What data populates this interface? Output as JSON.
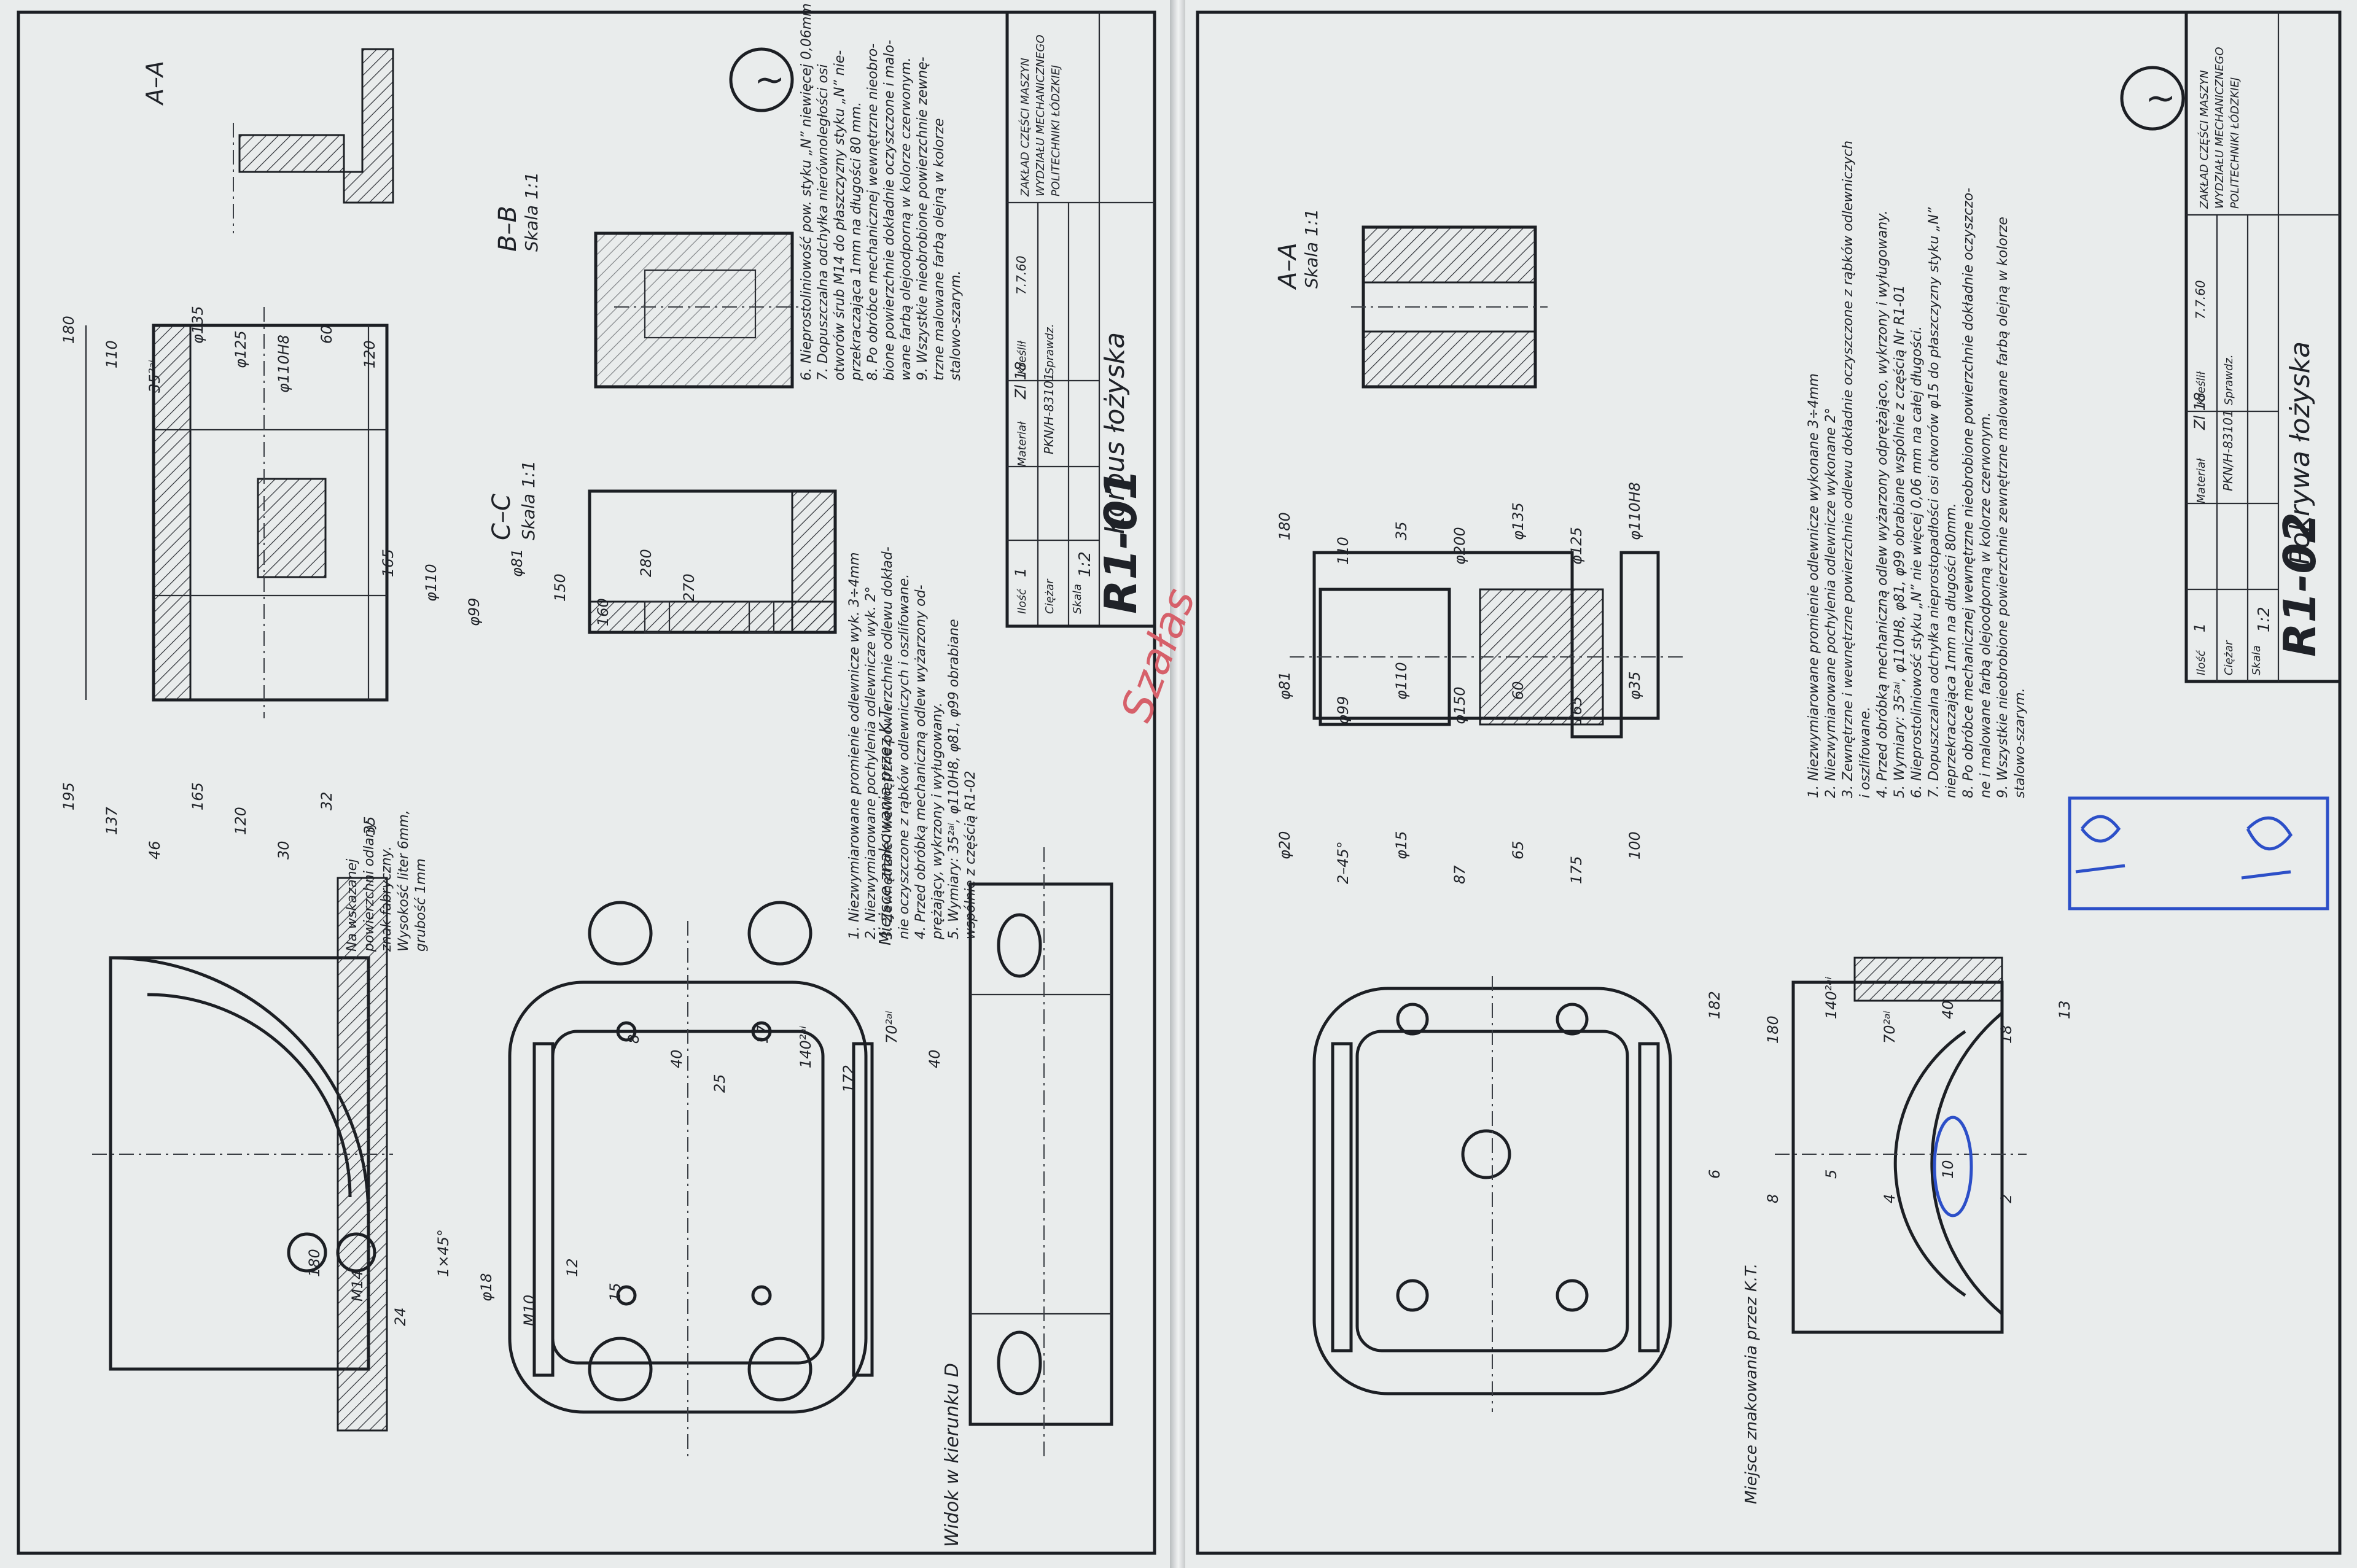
{
  "left_sheet": {
    "drawing_number": "R1-01",
    "part_name": "Korpus łożyska",
    "institution": [
      "ZAKŁAD CZĘŚCI MASZYN",
      "WYDZIAŁU MECHANICZNEGO",
      "POLITECHNIKI ŁÓDZKIEJ"
    ],
    "material_label": "Materiał",
    "material": "Zl 18",
    "standard": "PKN/H-83101",
    "qty_label": "Ilość",
    "qty": "1",
    "piece_label": "Ciężar",
    "scale_label": "Skala",
    "scale": "1:2",
    "drawn_label": "Kreślił",
    "checked_label": "Sprawdz.",
    "date": "7.7.60",
    "section_aa": "A–A",
    "section_bb": "B–B",
    "section_bb_scale": "Skala 1:1",
    "section_cc": "C–C",
    "section_cc_scale": "Skala 1:1",
    "view_d": "Widok w kierunku D",
    "marking_place": "Miejsce znakowania przez K.T.",
    "surface_note": [
      "Na wskazanej",
      "powierzchni odlany",
      "znak fabryczny.",
      "Wysokość liter 6mm,",
      "grubość 1mm"
    ],
    "notes": [
      "1. Niezwymiarowane promienie odlewnicze wyk. 3÷4mm",
      "2. Niezwymiarowane pochylenia odlewnicze wyk. 2°",
      "3. Zewnętrzne i wewnętrzne powierzchnie odlewu dokład-",
      "nie oczyszczone z rąbków odlewniczych i oszlifowane.",
      "4. Przed obróbką mechaniczną odlew wyżarzony od-",
      "prężający, wykrzony i wyługowany.",
      "5. Wymiary: 35²ᵃⁱ, φ110H8, φ81, φ99 obrabiane",
      "wspólnie z częścią R1-02",
      "6. Nieprostoliniowość pow. styku „N” niewięcej 0,06mm",
      "7. Dopuszczalna odchyłka nierównoległości osi",
      "otworów śrub M14 do płaszczyzny styku „N” nie-",
      "przekraczająca 1mm na długości 80 mm.",
      "8. Po obróbce mechanicznej wewnętrzne nieobro-",
      "bione powierzchnie dokładnie oczyszczone i malo-",
      "wane farbą olejoodporną w kolorze czerwonym.",
      "9. Wszystkie nieobrobione powierzchnie zewnę-",
      "trzne malowane farbą olejną w kolorze",
      "stalowo-szarym."
    ],
    "dims": [
      "180",
      "110",
      "35²ᵃⁱ",
      "φ135",
      "φ125",
      "φ110H8",
      "60",
      "120",
      "165",
      "φ110",
      "φ99",
      "φ81",
      "150",
      "160",
      "280",
      "270",
      "195",
      "137",
      "46",
      "165",
      "120",
      "30",
      "32",
      "35",
      "8",
      "40",
      "25",
      "17",
      "140²ᵃⁱ",
      "172",
      "70²ᵃⁱ",
      "40",
      "180",
      "M14",
      "24",
      "1×45°",
      "φ18",
      "M10",
      "12",
      "15"
    ]
  },
  "right_sheet": {
    "drawing_number": "R1-02",
    "part_name": "Pokrywa łożyska",
    "institution": [
      "ZAKŁAD CZĘŚCI MASZYN",
      "WYDZIAŁU MECHANICZNEGO",
      "POLITECHNIKI ŁÓDZKIEJ"
    ],
    "material_label": "Materiał",
    "material": "Zl 18",
    "standard": "PKN/H-83101",
    "qty_label": "Ilość",
    "qty": "1",
    "piece_label": "Ciężar",
    "scale_label": "Skala",
    "scale": "1:2",
    "drawn_label": "Kreślił",
    "checked_label": "Sprawdz.",
    "date": "7.7.60",
    "section_aa": "A–A",
    "section_aa_scale": "Skala 1:1",
    "marking_place": "Miejsce znakowania przez K.T.",
    "notes": [
      "1. Niezwymiarowane promienie odlewnicze wykonane 3÷4mm",
      "2. Niezwymiarowane pochylenia odlewnicze wykonane 2°",
      "3. Zewnętrzne i wewnętrzne powierzchnie odlewu dokładnie oczyszczone z rąbków odlewniczych",
      "i oszlifowane.",
      "4. Przed obróbką mechaniczną odlew wyżarzony odprężająco, wykrzony i wyługowany.",
      "5. Wymiary: 35²ᵃⁱ, φ110H8, φ81, φ99 obrabiane wspólnie z częścią Nr R1-01",
      "6. Nieprostoliniowość styku „N” nie więcej 0,06 mm na całej długości.",
      "7. Dopuszczalna odchyłka nieprostopadłości osi otworów φ15 do płaszczyzny styku „N”",
      "nieprzekraczająca 1mm na długości 80mm.",
      "8. Po obróbce mechanicznej wewnętrzne nieobrobione powierzchnie dokładnie oczyszczo-",
      "ne i malowane farbą olejoodporną w kolorze czerwonym.",
      "9. Wszystkie nieobrobione powierzchnie zewnętrzne malowane farbą olejną w kolorze",
      "stalowo-szarym."
    ],
    "dims": [
      "180",
      "110",
      "35",
      "φ200",
      "φ135",
      "φ125",
      "φ110H8",
      "φ81",
      "φ99",
      "φ110",
      "φ150",
      "60",
      "165",
      "φ35",
      "φ20",
      "2–45°",
      "φ15",
      "87",
      "65",
      "175",
      "100",
      "182",
      "180",
      "140²ᵃⁱ",
      "70²ᵃⁱ",
      "40",
      "18",
      "13",
      "6",
      "8",
      "5",
      "4",
      "10",
      "2"
    ],
    "handwritten_red": "Szałas"
  }
}
